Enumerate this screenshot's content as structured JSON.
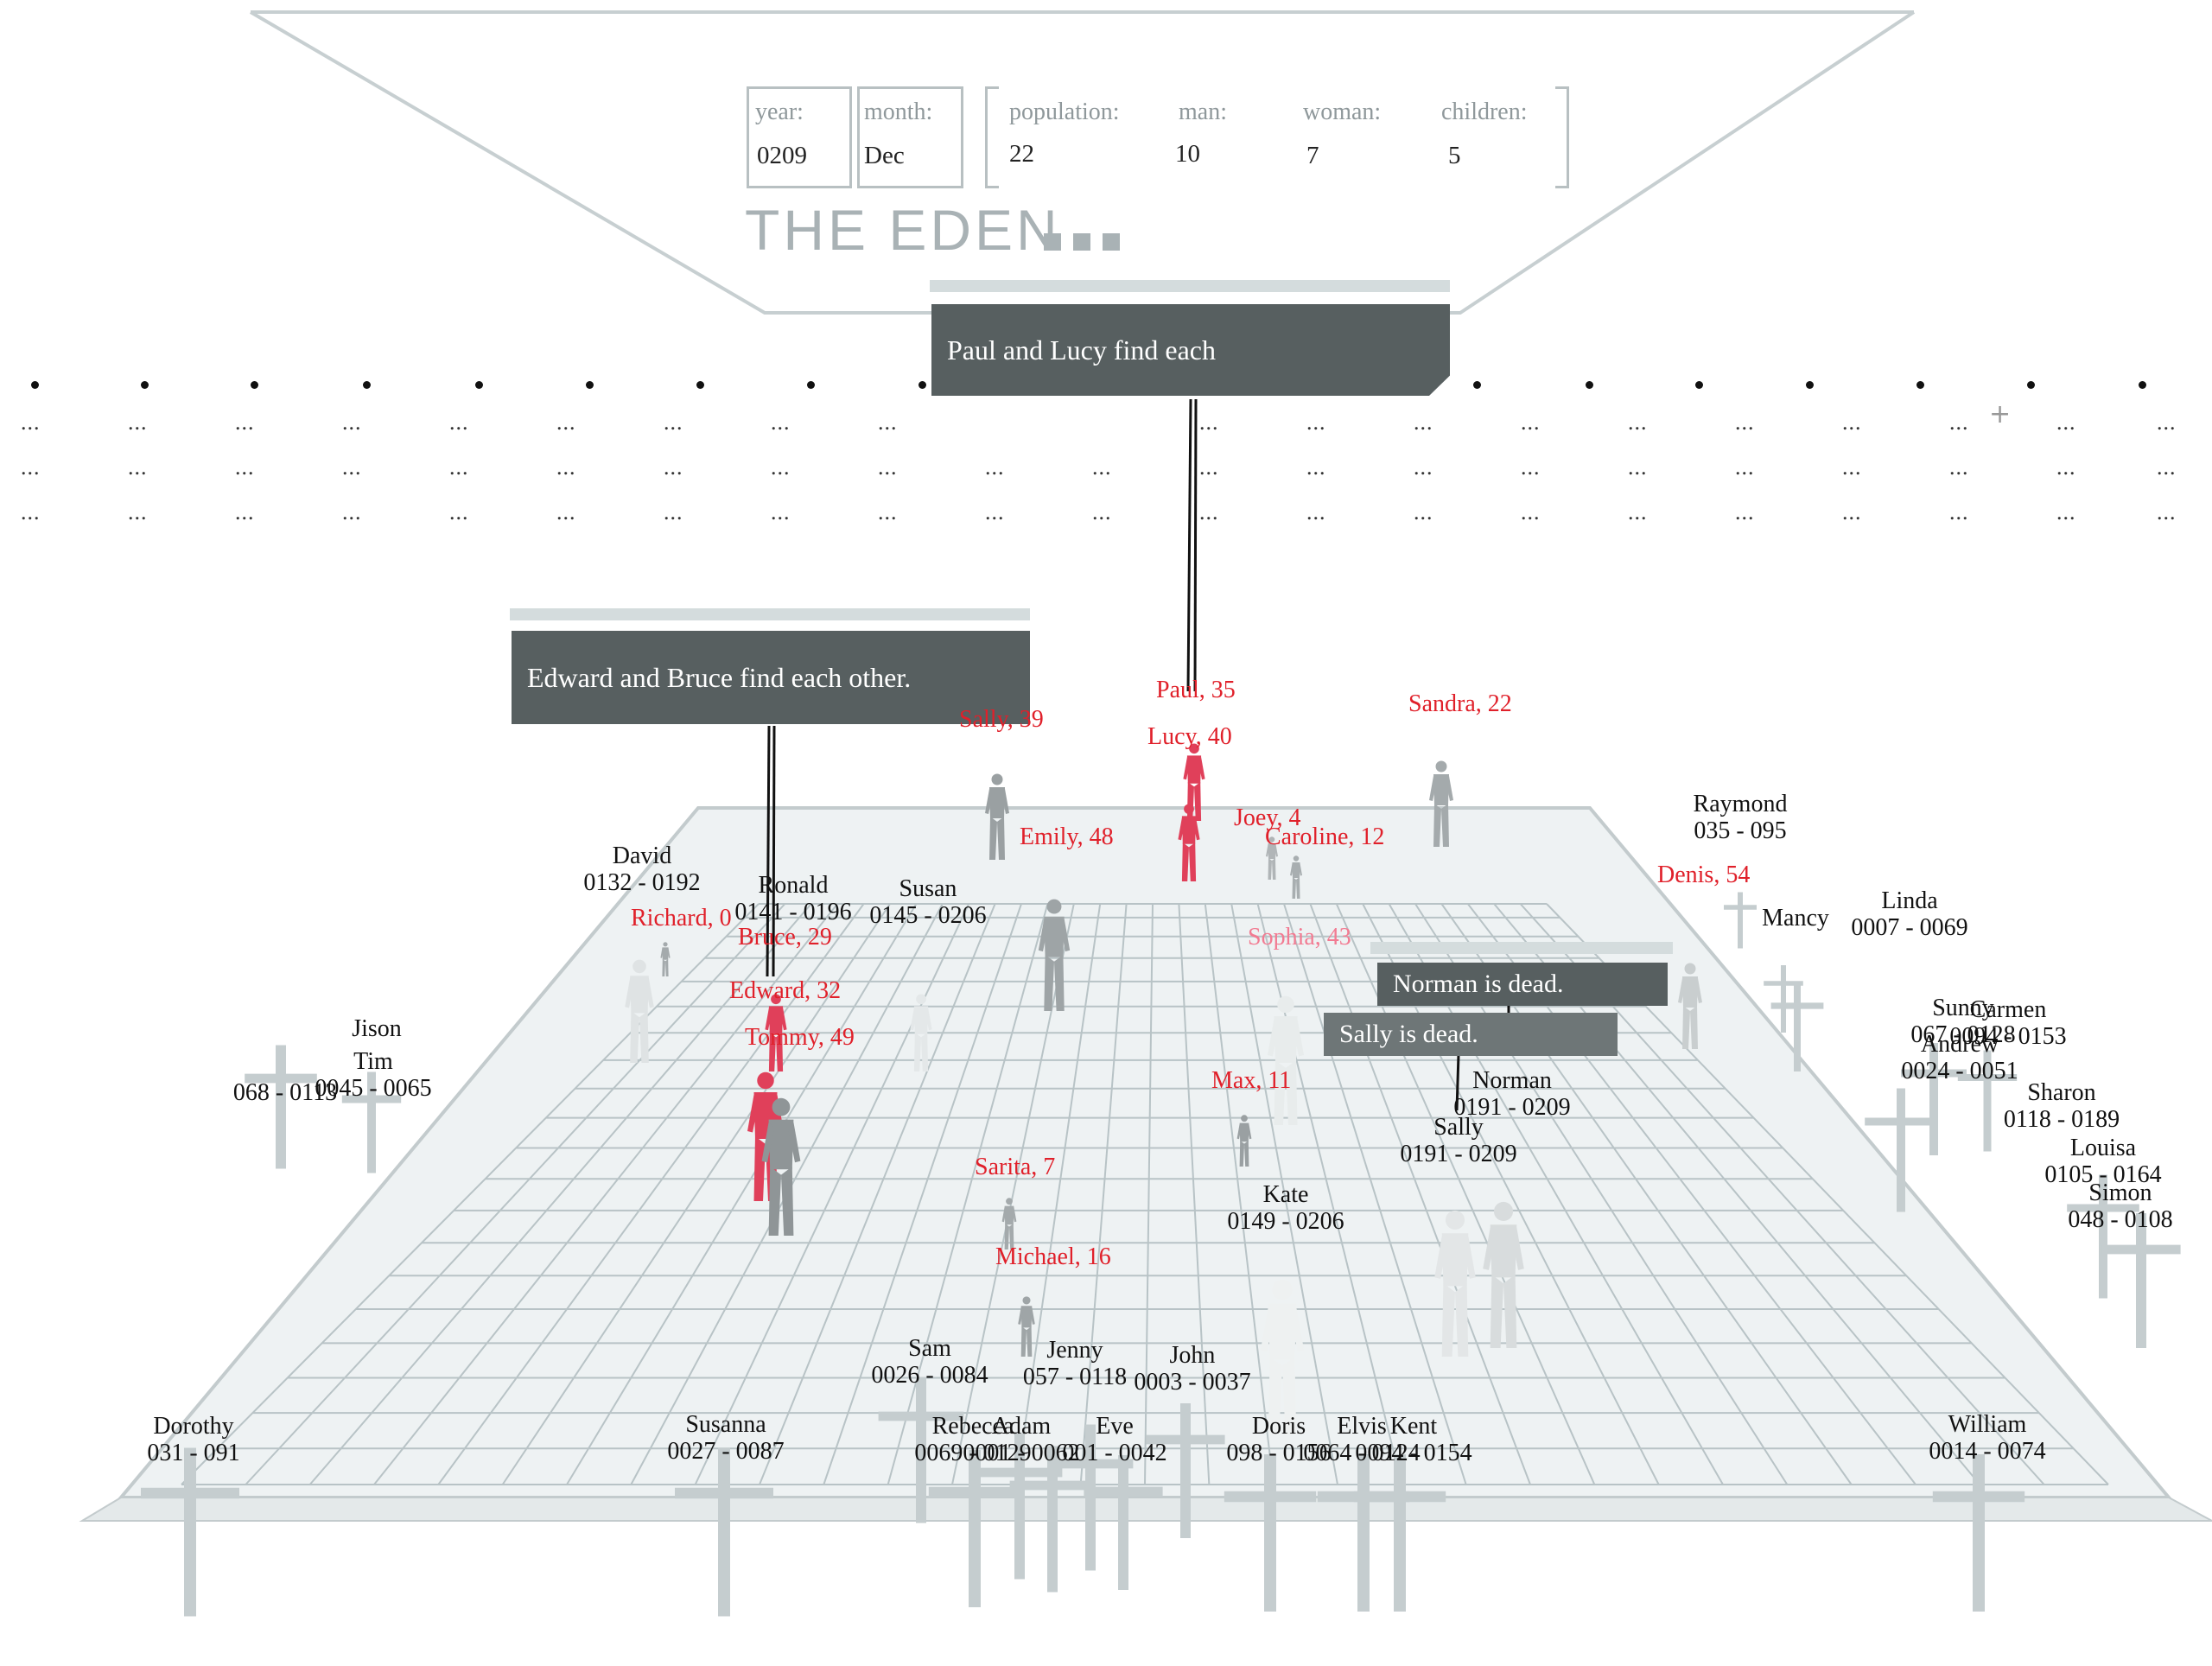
{
  "header": {
    "title": "THE EDEN",
    "year": {
      "label": "year:",
      "value": "0209"
    },
    "month": {
      "label": "month:",
      "value": "Dec"
    },
    "population": {
      "label": "population:",
      "value": "22"
    },
    "man": {
      "label": "man:",
      "value": "10"
    },
    "woman": {
      "label": "woman:",
      "value": "7"
    },
    "children": {
      "label": "children:",
      "value": "5"
    }
  },
  "events": [
    {
      "text": "Paul and Lucy find each"
    },
    {
      "text": "Edward and Bruce find each other."
    },
    {
      "text": "Norman is dead."
    },
    {
      "text": "Sally is dead."
    }
  ],
  "living": [
    {
      "text": "Paul, 35"
    },
    {
      "text": "Lucy, 40"
    },
    {
      "text": "Sandra, 22"
    },
    {
      "text": "Sally, 39"
    },
    {
      "text": "Emily, 48"
    },
    {
      "text": "Joey, 4"
    },
    {
      "text": "Caroline, 12"
    },
    {
      "text": "Denis, 54"
    },
    {
      "text": "Richard, 0"
    },
    {
      "text": "Bruce, 29"
    },
    {
      "text": "Sophia, 43"
    },
    {
      "text": "Edward, 32"
    },
    {
      "text": "Tommy, 49"
    },
    {
      "text": "Max, 11"
    },
    {
      "text": "Sarita, 7"
    },
    {
      "text": "Michael, 16"
    }
  ],
  "deceased": [
    {
      "name": "David",
      "years": "0132 - 0192"
    },
    {
      "name": "Ronald",
      "years": "0141 - 0196"
    },
    {
      "name": "Susan",
      "years": "0145 - 0206"
    },
    {
      "name": "Raymond",
      "years": "035 - 095"
    },
    {
      "name": "Mancy",
      "years": ""
    },
    {
      "name": "Linda",
      "years": "0007 - 0069"
    },
    {
      "name": "Jison",
      "years": ""
    },
    {
      "name": "Tim",
      "years": "0045 - 0065"
    },
    {
      "name": "",
      "years": "068 - 0113"
    },
    {
      "name": "Sunny",
      "years": "067 - 0128"
    },
    {
      "name": "Carmen",
      "years": "0094 - 0153"
    },
    {
      "name": "Andrew",
      "years": "0024 - 0051"
    },
    {
      "name": "Sharon",
      "years": "0118 - 0189"
    },
    {
      "name": "Louisa",
      "years": "0105 - 0164"
    },
    {
      "name": "Simon",
      "years": "048 - 0108"
    },
    {
      "name": "Norman",
      "years": "0191 - 0209"
    },
    {
      "name": "Sally",
      "years": "0191 - 0209"
    },
    {
      "name": "Kate",
      "years": "0149 - 0206"
    },
    {
      "name": "Sam",
      "years": "0026 - 0084"
    },
    {
      "name": "Jenny",
      "years": "057 - 0118"
    },
    {
      "name": "John",
      "years": "0003 - 0037"
    },
    {
      "name": "Dorothy",
      "years": "031 - 091"
    },
    {
      "name": "Susanna",
      "years": "0027 - 0087"
    },
    {
      "name": "Rebecca",
      "years": "0069 - 0129"
    },
    {
      "name": "Adam",
      "years": "0001 - 0062"
    },
    {
      "name": "Eve",
      "years": "001 - 0042"
    },
    {
      "name": "Doris",
      "years": "098 - 0156"
    },
    {
      "name": "Elvis",
      "years": "0064 - 0124"
    },
    {
      "name": "Kent",
      "years": "0094 - 0154"
    },
    {
      "name": "William",
      "years": "0014 - 0074"
    }
  ],
  "colors": {
    "living_label": "#e0202a",
    "dead_label": "#111111",
    "callout": "#575f60",
    "grid": "#b8c3c6",
    "cross": "#c5cdcf",
    "highlight_figure": "#e0405a"
  }
}
